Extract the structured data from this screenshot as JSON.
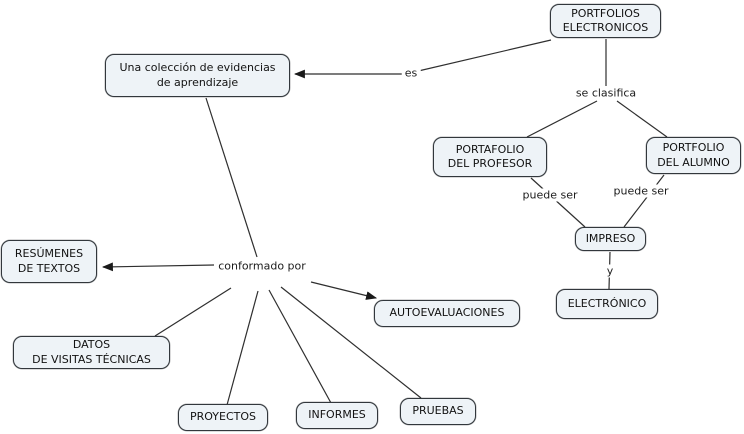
{
  "diagram": {
    "title": "concept map about electronic portfolios",
    "colors": {
      "background": "#ffffff",
      "node_fill": "#eef3f7",
      "node_border": "#32373c",
      "line": "#2f2f2f",
      "text": "#121212"
    },
    "nodes": {
      "portfolios": {
        "label": "PORTFOLIOS\nELECTRONICOS"
      },
      "coleccion": {
        "label": "Una colección de evidencias\nde aprendizaje"
      },
      "profesor": {
        "label": "PORTAFOLIO\nDEL PROFESOR"
      },
      "alumno": {
        "label": "PORTFOLIO\nDEL ALUMNO"
      },
      "impreso": {
        "label": "IMPRESO"
      },
      "electronico": {
        "label": "ELECTRÓNICO"
      },
      "resumenes": {
        "label": "RESÚMENES\nDE TEXTOS"
      },
      "datos": {
        "label": "DATOS\nDE VISITAS TÉCNICAS"
      },
      "proyectos": {
        "label": "PROYECTOS"
      },
      "informes": {
        "label": "INFORMES"
      },
      "pruebas": {
        "label": "PRUEBAS"
      },
      "autoevaluaciones": {
        "label": "AUTOEVALUACIONES"
      }
    },
    "links": {
      "es": "es",
      "se_clasifica": "se clasifica",
      "puede_ser_profesor": "puede ser",
      "puede_ser_alumno": "puede ser",
      "y": "y",
      "conformado_por": "conformado por"
    }
  }
}
